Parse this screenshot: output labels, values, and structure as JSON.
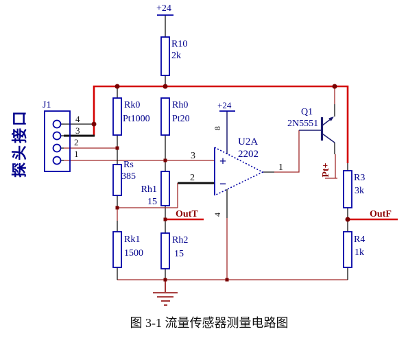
{
  "colors": {
    "red-thick": "#d40000",
    "red-thin": "#a02828",
    "junction": "#7a0000",
    "blue-comp": "#0000a5",
    "blue-text": "#00008b",
    "navy": "#1b1b70",
    "net-text": "#8b0000",
    "black": "#111111"
  },
  "caption": "图 3-1 流量传感器测量电路图",
  "power": {
    "main_label": "+24",
    "opamp_label": "+24"
  },
  "connector": {
    "ref": "J1",
    "port_name": "探头接口",
    "pins": [
      "4",
      "3",
      "2",
      "1"
    ]
  },
  "resistors": {
    "r10": {
      "ref": "R10",
      "value": "2k"
    },
    "rk0": {
      "ref": "Rk0",
      "value": "Pt1000"
    },
    "rh0": {
      "ref": "Rh0",
      "value": "Pt20"
    },
    "rs": {
      "ref": "Rs",
      "value": "385"
    },
    "rh1": {
      "ref": "Rh1",
      "value": "15"
    },
    "rk1": {
      "ref": "Rk1",
      "value": "1500"
    },
    "rh2": {
      "ref": "Rh2",
      "value": "15"
    },
    "r3": {
      "ref": "R3",
      "value": "3k"
    },
    "r4": {
      "ref": "R4",
      "value": "1k"
    }
  },
  "opamp": {
    "ref": "U2A",
    "part": "2202",
    "plus_sign": "+",
    "minus_sign": "−",
    "pins": {
      "in_plus": "3",
      "in_minus": "2",
      "out": "1",
      "v_plus": "8",
      "v_minus": "4"
    }
  },
  "transistor": {
    "ref": "Q1",
    "part": "2N5551"
  },
  "nets": {
    "out_t": "OutT",
    "out_f": "OutF",
    "pt_plus": "Pt+"
  }
}
